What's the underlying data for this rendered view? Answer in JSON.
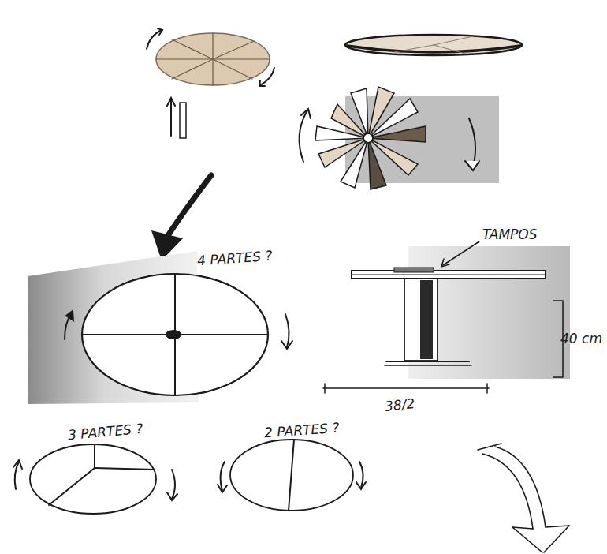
{
  "diagram": {
    "labels": [
      "4 PARTES ?",
      "TAMPOS",
      "40 cm",
      "38/2",
      "3 PARTES ?",
      "2 PARTES ?"
    ]
  }
}
